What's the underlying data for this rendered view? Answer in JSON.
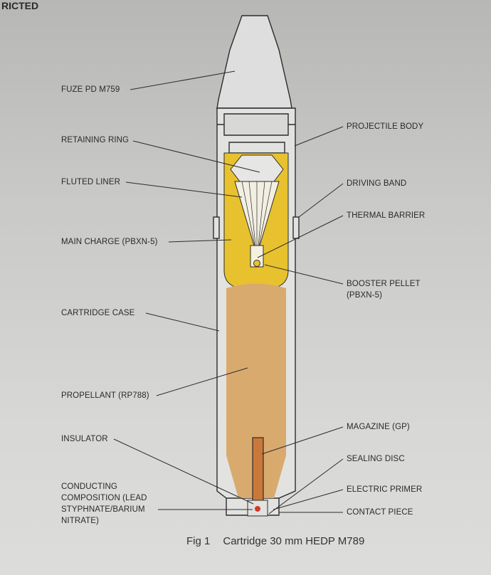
{
  "header": "RICTED",
  "caption": {
    "fig": "Fig 1",
    "title": "Cartridge 30 mm HEDP M789"
  },
  "labels_left": {
    "fuze": "FUZE PD M759",
    "retaining_ring": "RETAINING RING",
    "fluted_liner": "FLUTED LINER",
    "main_charge": "MAIN CHARGE (PBXN-5)",
    "cartridge_case": "CARTRIDGE CASE",
    "propellant": "PROPELLANT (RP788)",
    "insulator": "INSULATOR",
    "conducting": [
      "CONDUCTING",
      "COMPOSITION (LEAD",
      "STYPHNATE/BARIUM",
      "NITRATE)"
    ]
  },
  "labels_right": {
    "projectile_body": "PROJECTILE BODY",
    "driving_band": "DRIVING BAND",
    "thermal_barrier": "THERMAL BARRIER",
    "booster_pellet": [
      "BOOSTER PELLET",
      "(PBXN-5)"
    ],
    "magazine": "MAGAZINE (GP)",
    "sealing_disc": "SEALING DISC",
    "electric_primer": "ELECTRIC PRIMER",
    "contact_piece": "CONTACT PIECE"
  },
  "colors": {
    "main_charge": "#e8c22e",
    "propellant": "#d9aa6e",
    "magazine": "#c9783a",
    "primer": "#d23a2a"
  }
}
